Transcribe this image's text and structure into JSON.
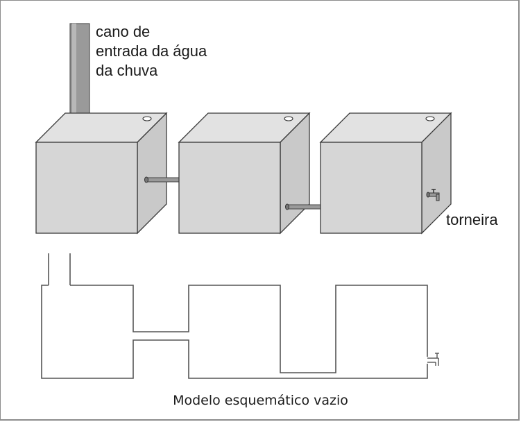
{
  "labels": {
    "inlet_line1": "cano de",
    "inlet_line2": "entrada da água",
    "inlet_line3": "da chuva",
    "tap": "torneira",
    "caption": "Modelo esquemático vazio"
  },
  "colors": {
    "box_face": "#d6d6d6",
    "box_edge": "#3a3a3a",
    "pipe": "#8e8e8e",
    "outline": "#555555"
  },
  "icons": {
    "tap": "faucet-icon",
    "vent": "vent-hole-icon"
  }
}
